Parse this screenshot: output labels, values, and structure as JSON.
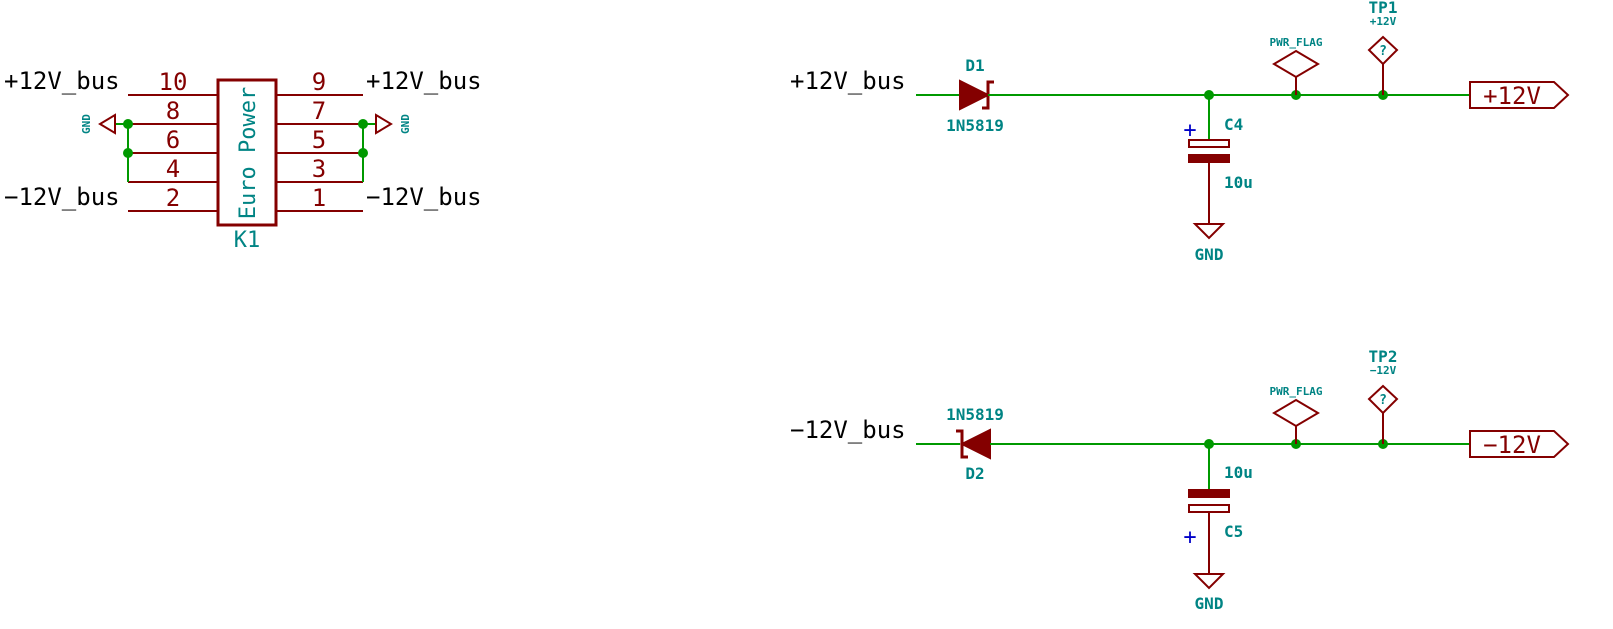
{
  "connector": {
    "name": "Euro Power",
    "ref": "K1",
    "left_pins": [
      "10",
      "8",
      "6",
      "4",
      "2"
    ],
    "right_pins": [
      "9",
      "7",
      "5",
      "3",
      "1"
    ],
    "gnd_label": "GND",
    "net_top_left": "+12V_bus",
    "net_top_right": "+12V_bus",
    "net_bottom_left": "−12V_bus",
    "net_bottom_right": "−12V_bus"
  },
  "positive_rail": {
    "input_net": "+12V_bus",
    "diode_ref": "D1",
    "diode_value": "1N5819",
    "cap_ref": "C4",
    "cap_value": "10u",
    "cap_plus": "+",
    "gnd_label": "GND",
    "pwr_flag": "PWR_FLAG",
    "tp_ref": "TP1",
    "tp_value": "+12V",
    "tp_glyph": "?",
    "output_port": "+12V"
  },
  "negative_rail": {
    "input_net": "−12V_bus",
    "diode_ref": "D2",
    "diode_value": "1N5819",
    "cap_ref": "C5",
    "cap_value": "10u",
    "cap_plus": "+",
    "gnd_label": "GND",
    "pwr_flag": "PWR_FLAG",
    "tp_ref": "TP2",
    "tp_value": "−12V",
    "tp_glyph": "?",
    "output_port": "−12V"
  },
  "colors": {
    "wire": "#009900",
    "component": "#840000",
    "reference": "#008484",
    "polarity": "#0000c8",
    "net_label": "#000000"
  }
}
